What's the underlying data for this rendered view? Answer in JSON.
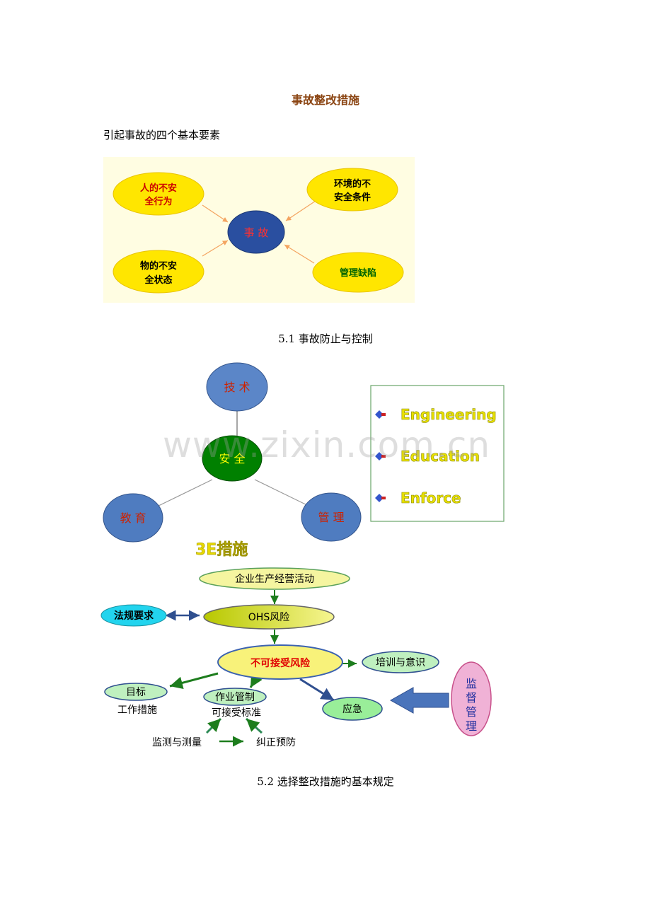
{
  "doc": {
    "title": "事故整改措施",
    "intro": "引起事故的四个基本要素",
    "section1": "5.1 事故防止与控制",
    "section2": "5.2 选择整改措施旳基本规定"
  },
  "fig1": {
    "center": "事 故",
    "top_left_1": "人的不安",
    "top_left_2": "全行为",
    "bottom_left_1": "物的不安",
    "bottom_left_2": "全状态",
    "top_right_1": "环境的不",
    "top_right_2": "安全条件",
    "bottom_right": "管理缺陷"
  },
  "fig2": {
    "top": "技 术",
    "center": "安 全",
    "left": "教 育",
    "right": "管 理",
    "items": [
      "Engineering",
      "Education",
      "Enforce"
    ]
  },
  "fig3": {
    "title": "3E措施",
    "activity": "企业生产经营活动",
    "law": "法规要求",
    "ohs": "OHS风险",
    "unacceptable": "不可接受风险",
    "training": "培训与意识",
    "target": "目标",
    "work_measure": "工作措施",
    "op_control": "作业管制",
    "acceptable": "可接受标准",
    "emergency": "应急",
    "monitor": "监测与测量",
    "correct": "纠正预防",
    "supervise": [
      "监",
      "督",
      "管",
      "理"
    ]
  },
  "watermark": "www.zixin.com.cn"
}
